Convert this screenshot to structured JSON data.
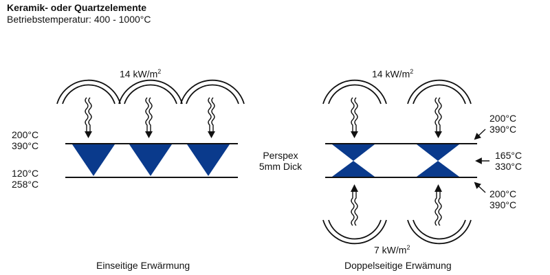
{
  "header": {
    "title": "Keramik- oder Quartzelemente",
    "subtitle": "Betriebstemperatur: 400 - 1000°C"
  },
  "left_panel": {
    "flux_value": "14 kW/m",
    "flux_exp": "2",
    "top_temp_1": "200°C",
    "top_temp_2": "390°C",
    "bottom_temp_1": "120°C",
    "bottom_temp_2": "258°C",
    "caption": "Einseitige Erwärmung"
  },
  "material": {
    "name": "Perspex",
    "thickness": "5mm Dick"
  },
  "right_panel": {
    "top_flux_value": "14 kW/m",
    "top_flux_exp": "2",
    "bottom_flux_value": "7 kW/m",
    "bottom_flux_exp": "2",
    "top_temp_1": "200°C",
    "top_temp_2": "390°C",
    "middle_temp_1": "165°C",
    "middle_temp_2": "330°C",
    "bottom_temp_1": "200°C",
    "bottom_temp_2": "390°C",
    "caption": "Doppelseitige Erwämung"
  },
  "colors": {
    "heat_zone": "#0a3a8c",
    "line": "#111111"
  }
}
